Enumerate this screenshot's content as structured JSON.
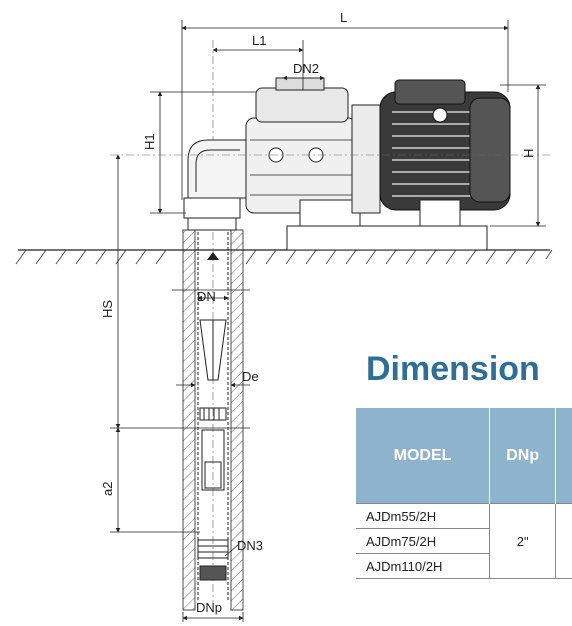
{
  "drawing": {
    "labels": {
      "L": "L",
      "L1": "L1",
      "DN2": "DN2",
      "H1": "H1",
      "H": "H",
      "HS": "HS",
      "DN": "DN",
      "De": "De",
      "a2": "a2",
      "DN3": "DN3",
      "DNp": "DNp"
    }
  },
  "dimension": {
    "title": "Dimension",
    "headers": [
      "MODEL",
      "DNp"
    ],
    "rows": [
      {
        "model": "AJDm55/2H"
      },
      {
        "model": "AJDm75/2H"
      },
      {
        "model": "AJDm110/2H"
      }
    ],
    "dnp_value": "2\""
  },
  "colors": {
    "line": "#222222",
    "header_fill": "#8eb3cd",
    "title_blue": "#2f6f97"
  }
}
